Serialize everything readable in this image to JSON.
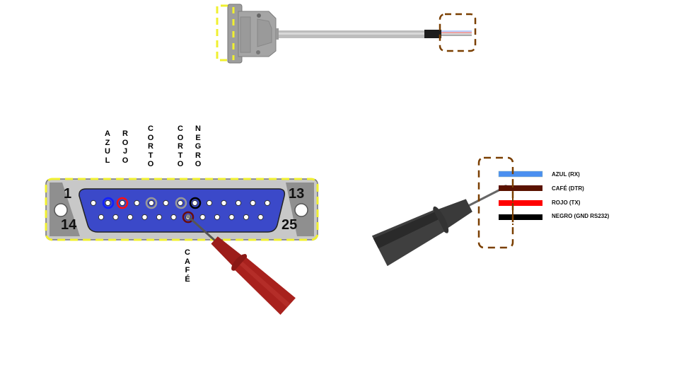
{
  "pin_labels": {
    "azul": "AZUL",
    "rojo": "ROJO",
    "corto_1": "CORTO",
    "corto_2": "CORTO",
    "negro": "NEGRO",
    "cafe": "CAFÉ"
  },
  "pin_numbers": {
    "top_left": "1",
    "top_right": "13",
    "bottom_left": "14",
    "bottom_right": "25"
  },
  "legend": [
    {
      "label": "AZUL (RX)",
      "color": "#4a8ff0"
    },
    {
      "label": "CAFÉ (DTR)",
      "color": "#5a1200"
    },
    {
      "label": "ROJO (TX)",
      "color": "#ff0000"
    },
    {
      "label": "NEGRO (GND RS232)",
      "color": "#000000"
    }
  ],
  "colors": {
    "connector_body": "#3b49c9",
    "highlight_dash": "#f0f030",
    "wire_box_dash": "#7a3f00"
  }
}
